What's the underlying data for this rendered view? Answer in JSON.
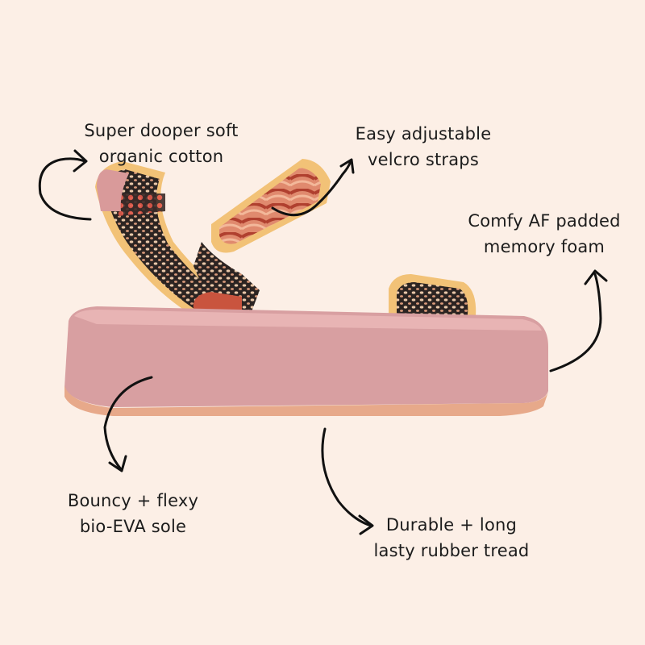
{
  "background_color": "#fcefe6",
  "product": {
    "name_icon": "platform-sandal-image",
    "colors": {
      "sole": "#d89fa1",
      "sole_top": "#e8b4b4",
      "tread": "#e7a98a",
      "binding": "#f2c277",
      "pattern_bg": "#2c2422",
      "pattern_arc": "#c9543e"
    }
  },
  "callouts": {
    "cotton": {
      "line1": "Super dooper soft",
      "line2": "organic cotton"
    },
    "velcro": {
      "line1": "Easy adjustable",
      "line2": "velcro straps"
    },
    "foam": {
      "line1": "Comfy AF padded",
      "line2": "memory foam"
    },
    "sole": {
      "line1": "Bouncy + flexy",
      "line2": "bio-EVA sole"
    },
    "tread": {
      "line1": "Durable + long",
      "line2": "lasty rubber tread"
    }
  },
  "arrows": [
    "curved-arrow-icon",
    "curved-arrow-icon",
    "curved-arrow-icon",
    "curved-arrow-icon",
    "curved-arrow-icon"
  ]
}
